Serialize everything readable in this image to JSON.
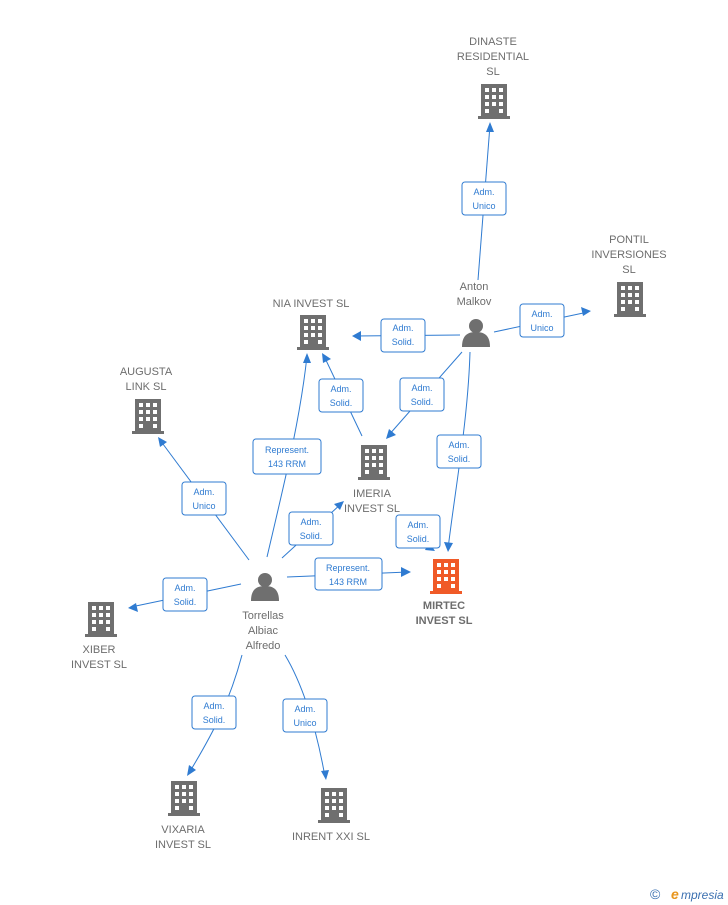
{
  "nodes": [
    {
      "id": "dinaste",
      "kind": "company",
      "label": [
        "DINASTE",
        "RESIDENTIAL",
        "SL"
      ]
    },
    {
      "id": "pontil",
      "kind": "company",
      "label": [
        "PONTIL",
        "INVERSIONES",
        "SL"
      ]
    },
    {
      "id": "nia",
      "kind": "company",
      "label": [
        "NIA INVEST  SL"
      ]
    },
    {
      "id": "augusta",
      "kind": "company",
      "label": [
        "AUGUSTA",
        "LINK  SL"
      ]
    },
    {
      "id": "imeria",
      "kind": "company",
      "label": [
        "IMERIA",
        "INVEST  SL"
      ]
    },
    {
      "id": "mirtec",
      "kind": "company",
      "label": [
        "MIRTEC",
        "INVEST  SL"
      ],
      "highlight": true
    },
    {
      "id": "xiber",
      "kind": "company",
      "label": [
        "XIBER",
        "INVEST  SL"
      ]
    },
    {
      "id": "vixaria",
      "kind": "company",
      "label": [
        "VIXARIA",
        "INVEST  SL"
      ]
    },
    {
      "id": "inrent",
      "kind": "company",
      "label": [
        "INRENT XXI  SL"
      ]
    },
    {
      "id": "anton",
      "kind": "person",
      "label": [
        "Anton",
        "Malkov"
      ]
    },
    {
      "id": "torrellas",
      "kind": "person",
      "label": [
        "Torrellas",
        "Albiac",
        "Alfredo"
      ]
    }
  ],
  "edges": [
    {
      "id": "anton-dinaste",
      "label": [
        "Adm.",
        "Unico"
      ]
    },
    {
      "id": "anton-pontil",
      "label": [
        "Adm.",
        "Unico"
      ]
    },
    {
      "id": "anton-nia",
      "label": [
        "Adm.",
        "Solid."
      ]
    },
    {
      "id": "anton-imeria",
      "label": [
        "Adm.",
        "Solid."
      ]
    },
    {
      "id": "anton-mirtec",
      "label": [
        "Adm.",
        "Solid."
      ]
    },
    {
      "id": "imeria-nia",
      "label": [
        "Adm.",
        "Solid."
      ]
    },
    {
      "id": "torrellas-nia",
      "label": [
        "Represent.",
        "143 RRM"
      ]
    },
    {
      "id": "torrellas-augusta",
      "label": [
        "Adm.",
        "Unico"
      ]
    },
    {
      "id": "torrellas-imeria",
      "label": [
        "Adm.",
        "Solid."
      ]
    },
    {
      "id": "imeria-mirtec",
      "label": [
        "Adm.",
        "Solid."
      ]
    },
    {
      "id": "torrellas-mirtec",
      "label": [
        "Represent.",
        "143 RRM"
      ]
    },
    {
      "id": "torrellas-xiber",
      "label": [
        "Adm.",
        "Solid."
      ]
    },
    {
      "id": "torrellas-vixaria",
      "label": [
        "Adm.",
        "Solid."
      ]
    },
    {
      "id": "torrellas-inrent",
      "label": [
        "Adm.",
        "Unico"
      ]
    }
  ],
  "colors": {
    "edge": "#2f7bd1",
    "company": "#6f6f6f",
    "highlight": "#f05a28",
    "person": "#6f6f6f"
  },
  "footer": {
    "copyright": "©",
    "brand_initial": "e",
    "brand_rest": "mpresia"
  }
}
